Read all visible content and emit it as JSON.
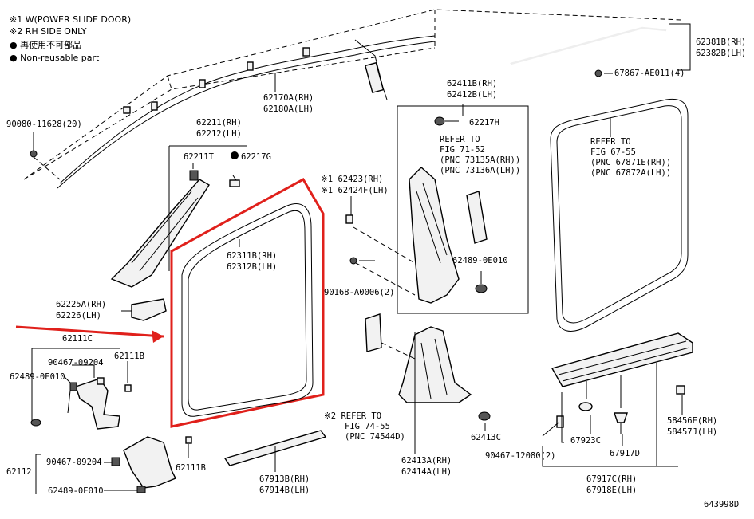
{
  "legend": {
    "note1": "※1 W(POWER SLIDE DOOR)",
    "note2": "※2 RH SIDE ONLY",
    "note3": "● 再使用不可部品",
    "note4": "● Non-reusable part"
  },
  "labels": {
    "l62381b": "62381B(RH)",
    "l62382b": "62382B(LH)",
    "l67867": "67867-AE011(4)",
    "l62170a": "62170A(RH)",
    "l62180a": "62180A(LH)",
    "l90080": "90080-11628(20)",
    "l62211": "62211(RH)",
    "l62212": "62212(LH)",
    "l62211t": "62211T",
    "l62217g": "62217G",
    "l62411b": "62411B(RH)",
    "l62412b": "62412B(LH)",
    "l62217h": "62217H",
    "ref71a": "REFER TO",
    "ref71b": "FIG 71-52",
    "ref71c": "(PNC 73135A(RH))",
    "ref71d": "(PNC 73136A(LH))",
    "l62489b": "62489-0E010",
    "l62423": "※1 62423(RH)",
    "l62424f": "※1 62424F(LH)",
    "l90168": "90168-A0006(2)",
    "ref67a": "REFER TO",
    "ref67b": "FIG 67-55",
    "ref67c": "(PNC 67871E(RH))",
    "ref67d": "(PNC 67872A(LH))",
    "l62311b": "62311B(RH)",
    "l62312b": "62312B(LH)",
    "l62225a": "62225A(RH)",
    "l62226": "62226(LH)",
    "l62111c": "62111C",
    "l90467a": "90467-09204",
    "l62111b1": "62111B",
    "l62489a": "62489-0E010",
    "l62112": "62112",
    "l90467b": "90467-09204",
    "l62489c": "62489-0E010",
    "l62111b2": "62111B",
    "ref74a": "※2 REFER TO",
    "ref74b": "FIG 74-55",
    "ref74c": "(PNC 74544D)",
    "l62413c": "62413C",
    "l62413a": "62413A(RH)",
    "l62414a": "62414A(LH)",
    "l67913b": "67913B(RH)",
    "l67914b": "67914B(LH)",
    "l90467c": "90467-12080(2)",
    "l67923c": "67923C",
    "l67917d": "67917D",
    "l67917c": "67917C(RH)",
    "l67918e": "67918E(LH)",
    "l58456e": "58456E(RH)",
    "l58457j": "58457J(LH)",
    "code": "643998D"
  },
  "colors": {
    "highlight": "#e0201b",
    "line": "#000000"
  }
}
